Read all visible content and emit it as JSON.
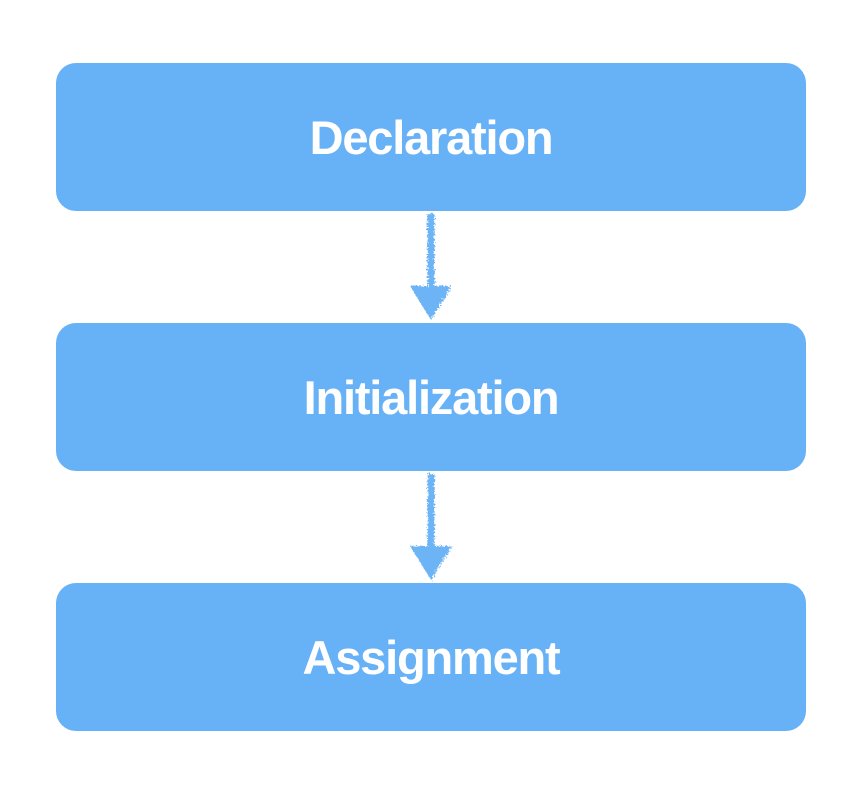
{
  "diagram": {
    "type": "flowchart",
    "direction": "top-to-bottom",
    "nodes": [
      {
        "id": "declaration",
        "label": "Declaration"
      },
      {
        "id": "initialization",
        "label": "Initialization"
      },
      {
        "id": "assignment",
        "label": "Assignment"
      }
    ],
    "edges": [
      {
        "from": "declaration",
        "to": "initialization",
        "style": "sketchy-arrow-down"
      },
      {
        "from": "initialization",
        "to": "assignment",
        "style": "sketchy-arrow-down"
      }
    ],
    "colors": {
      "background": "#ffffff",
      "node_fill": "#67b1f7",
      "node_text": "#ffffff",
      "arrow": "#6cb4f6"
    }
  }
}
